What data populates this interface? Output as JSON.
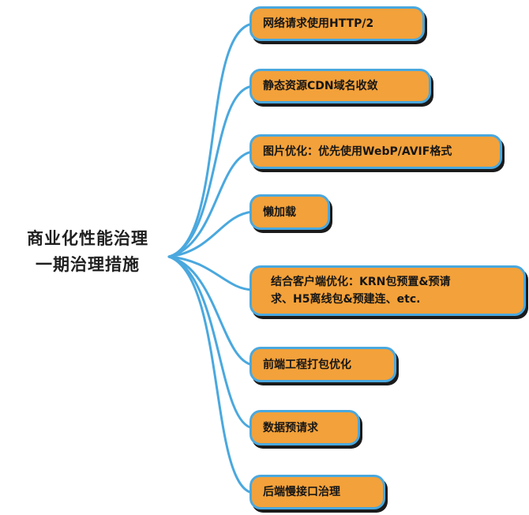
{
  "root": {
    "line1": "商业化性能治理",
    "line2": "一期治理措施"
  },
  "branches": [
    {
      "label": "网络请求使用HTTP/2"
    },
    {
      "label": "静态资源CDN域名收敛"
    },
    {
      "label": "图片优化：优先使用WebP/AVIF格式"
    },
    {
      "label": "懒加载"
    },
    {
      "line1": "结合客户端优化：KRN包预置&预请",
      "line2": "求、H5离线包&预建连、etc."
    },
    {
      "label": "前端工程打包优化"
    },
    {
      "label": "数据预请求"
    },
    {
      "label": "后端慢接口治理"
    }
  ],
  "colors": {
    "node_fill": "#f3a13a",
    "node_border": "#4aa8de",
    "connector": "#4aa8de",
    "shadow": "#1b1b1b",
    "text": "#161616"
  }
}
